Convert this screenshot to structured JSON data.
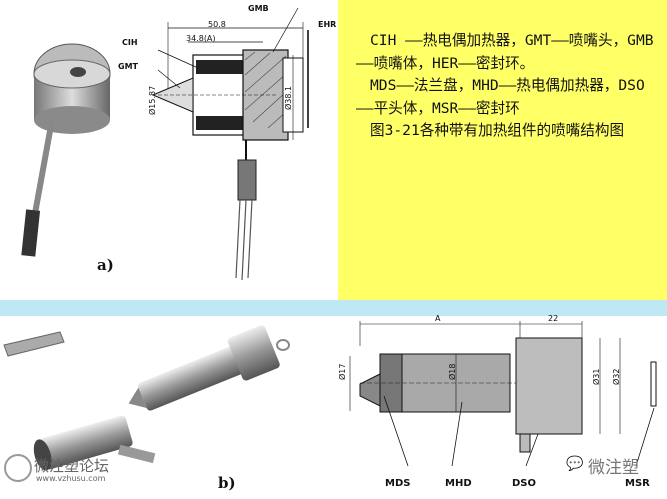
{
  "caption": {
    "p1": "CIH ——热电偶加热器，GMT——喷嘴头，GMB——喷嘴体，HER——密封环。",
    "p2": "MDS——法兰盘，MHD——热电偶加热器，DSO——平头体，MSR——密封环",
    "p3": "图3-21各种带有加热组件的喷嘴结构图"
  },
  "figure_a": {
    "tag": "a)",
    "labels": {
      "cih": "CIH",
      "gmt": "GMT",
      "gmb": "GMB",
      "ehr": "EHR"
    },
    "dims": {
      "overall": "50.8",
      "inner": "34.8(A)",
      "dia_left": "Ø15.87",
      "dia_right": "Ø38.1"
    }
  },
  "figure_b": {
    "tag": "b)",
    "labels": {
      "mds": "MDS",
      "mhd": "MHD",
      "dso": "DSO",
      "msr": "MSR"
    },
    "dims": {
      "a": "A",
      "b": "22",
      "d1": "Ø17",
      "d2": "Ø18",
      "d3": "Ø31",
      "d4": "Ø32"
    }
  },
  "watermark": {
    "left_text": "微注塑论坛",
    "left_url": "www.vzhusu.com",
    "right_text": "微注塑"
  },
  "colors": {
    "yellow": "#ffff66",
    "band": "#bde8f4"
  }
}
